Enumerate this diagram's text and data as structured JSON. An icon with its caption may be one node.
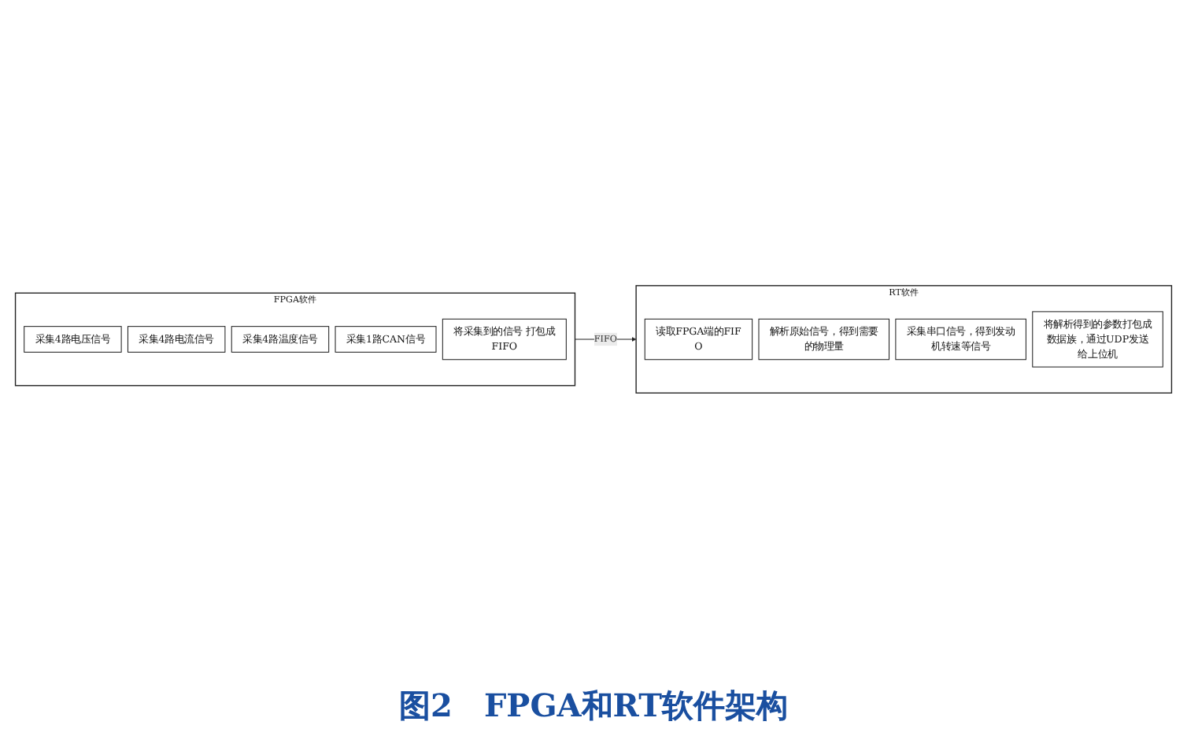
{
  "diagram": {
    "caption": "图2　FPGA和RT软件架构",
    "nodes": [
      {
        "text": [
          "FPGA软件"
        ]
      },
      {
        "text": [
          "采集4路电压信号"
        ],
        "in": 0
      },
      {
        "text": [
          "采集4路电流信号"
        ],
        "in": 0
      },
      {
        "text": [
          "采集4路温度信号"
        ],
        "in": 0
      },
      {
        "text": [
          "采集1路CAN信号"
        ],
        "in": 0
      },
      {
        "text": [
          "将采集到的信号 打包成FIFO"
        ],
        "in": 0
      },
      {
        "text": [
          "RT软件"
        ]
      },
      {
        "text": [
          "读取FPGA端的FIFO"
        ],
        "in": 6
      },
      {
        "text": [
          "解析原始信号，得到需要的物理量"
        ],
        "in": 6
      },
      {
        "text": [
          "采集串口信号，得到发动机转速等信号"
        ],
        "in": 6
      },
      {
        "text": [
          "将解析得到的参数打包成数据族，通过UDP发送给上位机"
        ],
        "in": 6
      }
    ],
    "edges": [
      {
        "from": 0,
        "to": 6,
        "arrow": "to",
        "label": "FIFO"
      }
    ]
  }
}
